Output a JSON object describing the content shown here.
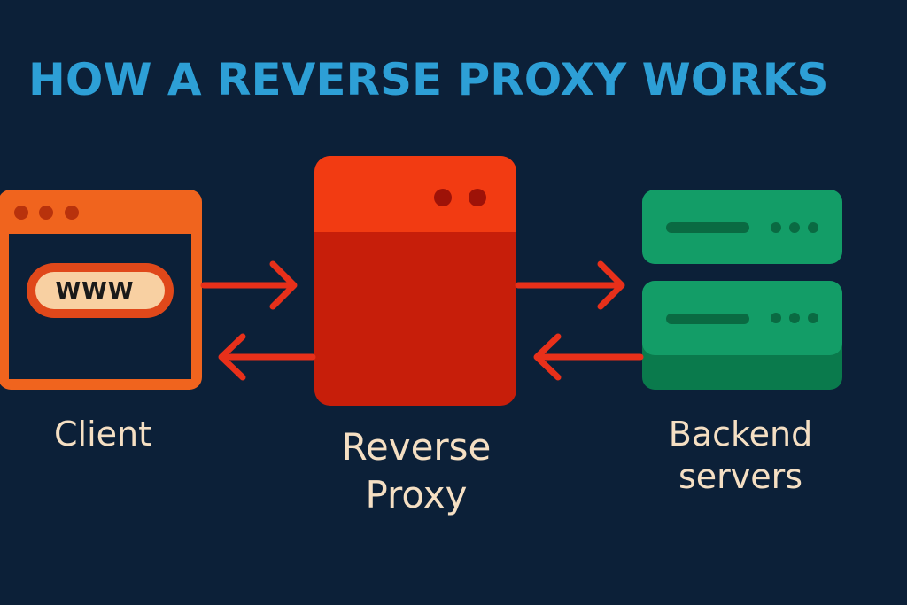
{
  "title": "HOW A REVERSE PROXY WORKS",
  "client": {
    "label": "Client",
    "address_text": "WWW"
  },
  "proxy": {
    "label_line1": "Reverse",
    "label_line2": "Proxy"
  },
  "backend": {
    "label_line1": "Backend",
    "label_line2": "servers"
  },
  "colors": {
    "background": "#0c2038",
    "title": "#2d9fd6",
    "label_text": "#f5dfc3",
    "client": "#f0641e",
    "proxy_top": "#f23b12",
    "proxy_body": "#c71e0a",
    "arrows": "#e8301a",
    "backend_light": "#139d67",
    "backend_dark": "#0a7a4c"
  },
  "icons": [
    "browser-window-icon",
    "proxy-server-icon",
    "backend-server-rack-icon"
  ]
}
